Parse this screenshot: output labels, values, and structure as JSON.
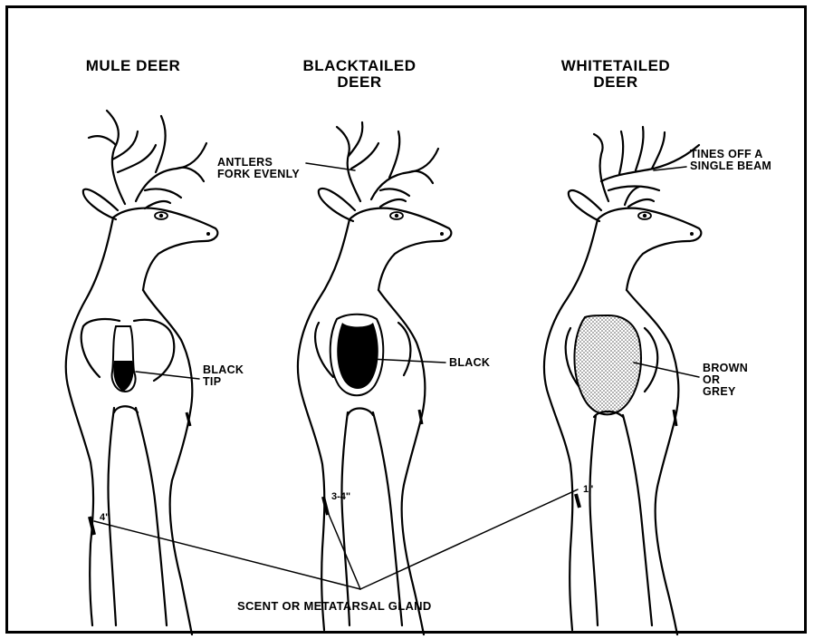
{
  "titles": {
    "mule": "MULE DEER",
    "blacktailed": "BLACKTAILED\nDEER",
    "whitetailed": "WHITETAILED\nDEER"
  },
  "annotations": {
    "antlers_fork": "ANTLERS\nFORK EVENLY",
    "tines_off": "TINES OFF A\nSINGLE BEAM",
    "mule_tail": "BLACK\nTIP",
    "blacktail_tail": "BLACK",
    "whitetail_tail": "BROWN\nOR\nGREY",
    "gland_label": "SCENT OR METATARSAL GLAND"
  },
  "measurements": {
    "mule": "4\"",
    "blacktailed": "3-4\"",
    "whitetailed": "1\""
  },
  "colors": {
    "line": "#000000",
    "background": "#ffffff",
    "whitetail_patch": "#d8d8d8"
  }
}
